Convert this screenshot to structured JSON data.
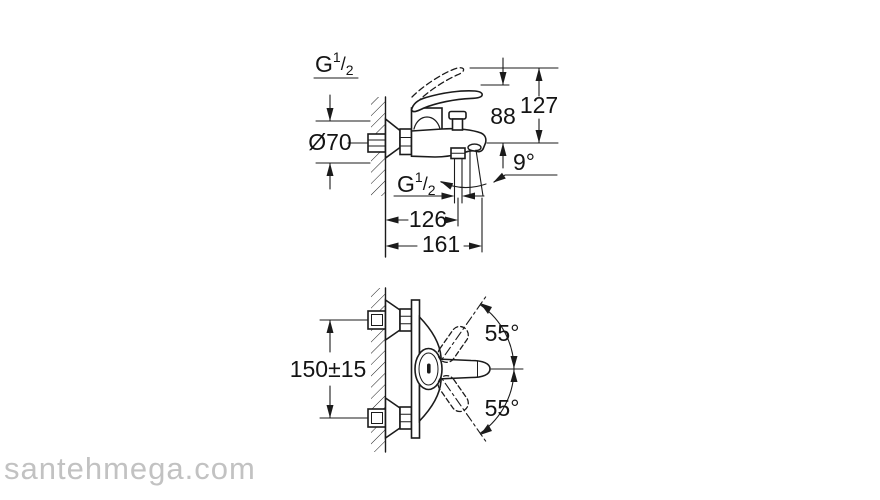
{
  "watermark": {
    "text": "santehmega.com"
  },
  "side_view": {
    "title": "bath-mixer-side-view",
    "labels": {
      "wall_thread": {
        "prefix": "G",
        "sup": "1",
        "slash": "/",
        "sub": "2"
      },
      "escutcheon_diameter": "Ø70",
      "height_to_lever": "88",
      "height_to_lever_raised": "127",
      "spout_angle": "9°",
      "shower_thread": {
        "prefix": "G",
        "sup": "1",
        "slash": "/",
        "sub": "2"
      },
      "wall_to_shower_outlet": "126",
      "spout_projection": "161"
    }
  },
  "top_view": {
    "title": "bath-mixer-top-view",
    "labels": {
      "mounting_centers": "150±15",
      "swivel_angle_upper": "55°",
      "swivel_angle_lower": "55°"
    }
  },
  "colors": {
    "line": "#1b1b1b",
    "text": "#141414",
    "watermark": "#c2c2c2",
    "background": "#ffffff"
  }
}
